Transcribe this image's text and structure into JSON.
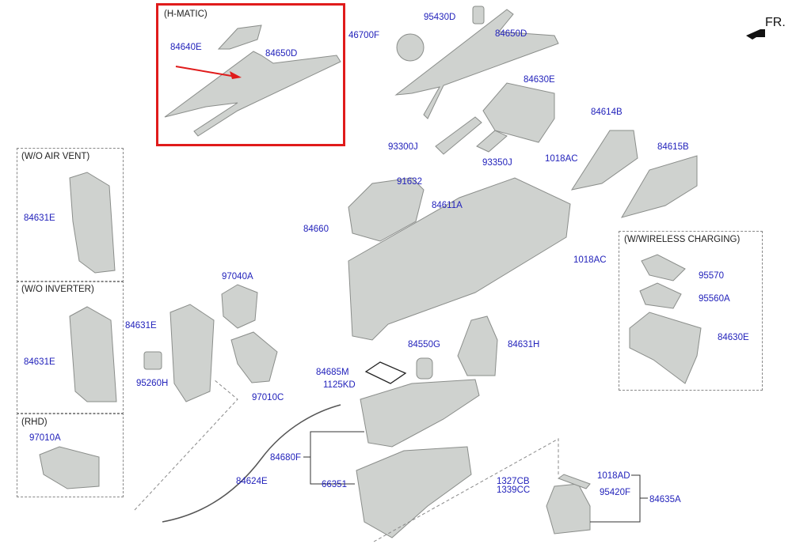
{
  "variants": {
    "h_matic": "(H-MATIC)",
    "wo_air_vent": "(W/O AIR VENT)",
    "wo_inverter": "(W/O INVERTER)",
    "rhd": "(RHD)",
    "wireless": "(W/WIRELESS CHARGING)"
  },
  "direction": "FR.",
  "colors": {
    "label": "#2222bb",
    "highlight": "#e01b1b",
    "part": "#c8cbc8"
  },
  "parts": {
    "hm_84640E": "84640E",
    "hm_84650D": "84650D",
    "p46700F": "46700F",
    "p95430D": "95430D",
    "p84650D": "84650D",
    "p84630E": "84630E",
    "p84614B": "84614B",
    "p84615B": "84615B",
    "p93300J": "93300J",
    "p93350J": "93350J",
    "p1018AC_a": "1018AC",
    "p91632": "91632",
    "p84611A": "84611A",
    "p84660": "84660",
    "p1018AC_b": "1018AC",
    "av_84631E": "84631E",
    "inv_84631E": "84631E",
    "rhd_97010A": "97010A",
    "p97040A": "97040A",
    "p84631E": "84631E",
    "p95260H": "95260H",
    "p97010C": "97010C",
    "w_95570": "95570",
    "w_95560A": "95560A",
    "w_84630E": "84630E",
    "p84550G": "84550G",
    "p84631H": "84631H",
    "p84685M": "84685M",
    "p1125KD": "1125KD",
    "p84680F": "84680F",
    "p66351": "66351",
    "p84624E": "84624E",
    "p1327CB": "1327CB",
    "p1339CC": "1339CC",
    "p1018AD": "1018AD",
    "p95420F": "95420F",
    "p84635A": "84635A"
  }
}
